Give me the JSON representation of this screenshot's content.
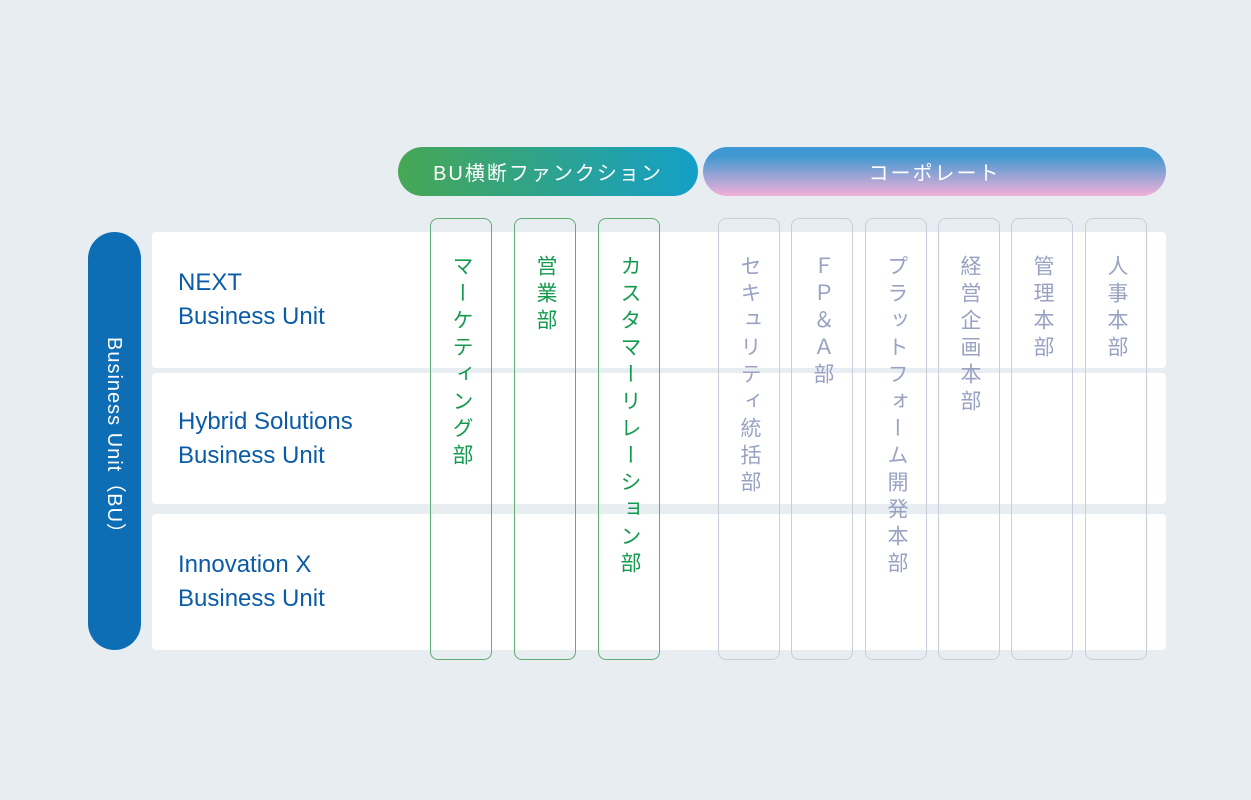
{
  "colors": {
    "background": "#e8edf1",
    "rail-blue": "#0d6db5",
    "row-label-blue": "#0a5ca8",
    "green": "#149a4e",
    "green-border": "#5fae74",
    "lavender": "#99a2c2",
    "lavender-border": "#c9cedf",
    "grad-func-start": "#47a754",
    "grad-func-end": "#149fc8",
    "grad-corp-start": "#3f98d1",
    "grad-corp-end": "#f3b0d8"
  },
  "rail": {
    "label": "Business Unit（BU）"
  },
  "group_headers": {
    "bu_cross_function": "BU横断ファンクション",
    "corporate": "コーポレート"
  },
  "business_units": [
    {
      "line1": "NEXT",
      "line2": "Business Unit"
    },
    {
      "line1": "Hybrid Solutions",
      "line2": "Business Unit"
    },
    {
      "line1": "Innovation X",
      "line2": "Business Unit"
    }
  ],
  "bu_cross_function_departments": [
    "マーケティング部",
    "営業部",
    "カスタマーリレーション部"
  ],
  "corporate_departments": [
    "セキュリティ統括部",
    "ＦＰ＆Ａ部",
    "プラットフォーム開発本部",
    "経営企画本部",
    "管理本部",
    "人事本部"
  ]
}
